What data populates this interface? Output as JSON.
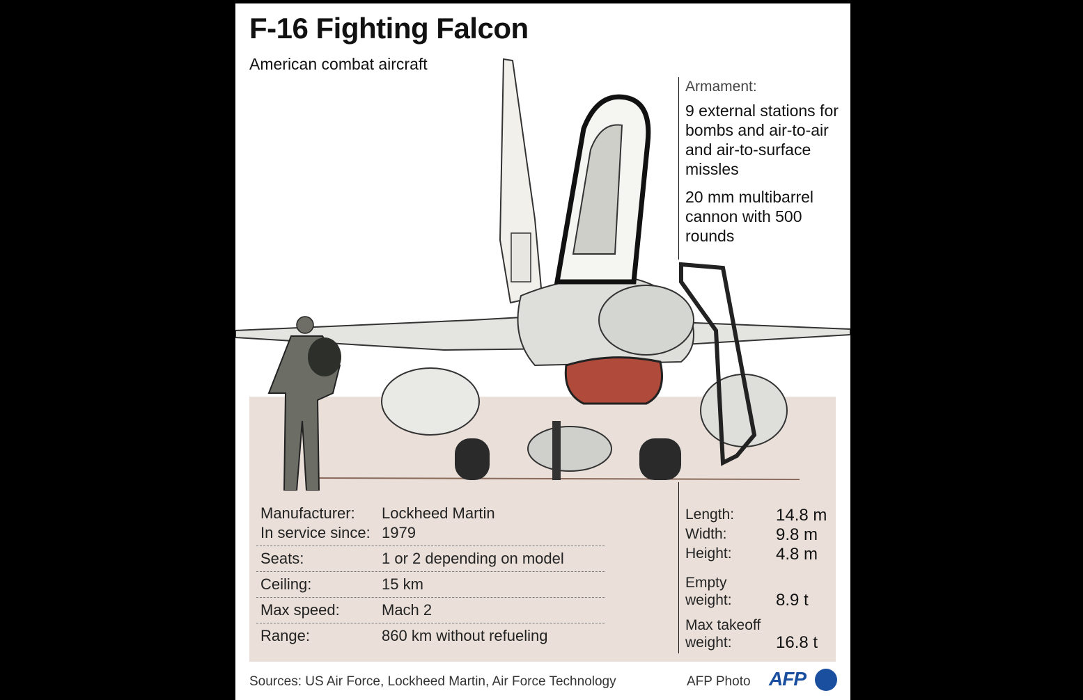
{
  "title": "F-16 Fighting Falcon",
  "subtitle": "American combat aircraft",
  "armament": {
    "label": "Armament:",
    "items": [
      "9 external stations for bombs and air-to-air and air-to-surface missles",
      "20 mm multibarrel cannon with 500 rounds"
    ]
  },
  "specs": [
    {
      "lines": [
        {
          "key": "Manufacturer:",
          "value": "Lockheed Martin"
        },
        {
          "key": "In service since:",
          "value": "1979"
        }
      ]
    },
    {
      "lines": [
        {
          "key": "Seats:",
          "value": "1 or 2 depending on model"
        }
      ]
    },
    {
      "lines": [
        {
          "key": "Ceiling:",
          "value": "15 km"
        }
      ]
    },
    {
      "lines": [
        {
          "key": "Max speed:",
          "value": "Mach 2"
        }
      ]
    },
    {
      "lines": [
        {
          "key": "Range:",
          "value": "860 km without refueling"
        }
      ]
    }
  ],
  "dimensions": [
    {
      "key": "Length:",
      "value": "14.8 m"
    },
    {
      "key": "Width:",
      "value": "9.8 m"
    },
    {
      "key": "Height:",
      "value": "4.8 m"
    },
    {
      "key": "Empty weight:",
      "value": "8.9 t"
    },
    {
      "key": "Max takeoff weight:",
      "value": "16.8 t"
    }
  ],
  "footer": {
    "sources": "Sources: US Air Force, Lockheed Martin, Air Force Technology",
    "credit": "AFP Photo",
    "logo": "AFP"
  },
  "colors": {
    "ground": "#eae0d9",
    "logo": "#1a4fa0",
    "intake": "#b04a3a"
  }
}
